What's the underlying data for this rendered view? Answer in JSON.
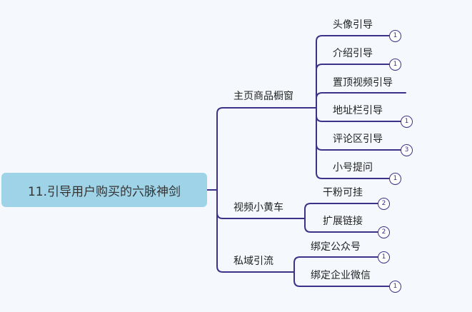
{
  "root": {
    "label": "11.引导用户购买的六脉神剑"
  },
  "branches": [
    {
      "label": "主页商品橱窗",
      "children": [
        {
          "label": "头像引导",
          "badge": "1"
        },
        {
          "label": "介绍引导",
          "badge": "1"
        },
        {
          "label": "置顶视频引导",
          "badge": ""
        },
        {
          "label": "地址栏引导",
          "badge": "1"
        },
        {
          "label": "评论区引导",
          "badge": "3"
        },
        {
          "label": "小号提问",
          "badge": "1"
        }
      ]
    },
    {
      "label": "视频小黄车",
      "children": [
        {
          "label": "干粉可挂",
          "badge": "2"
        },
        {
          "label": "扩展链接",
          "badge": "2"
        }
      ]
    },
    {
      "label": "私域引流",
      "children": [
        {
          "label": "绑定公众号",
          "badge": "1"
        },
        {
          "label": "绑定企业微信",
          "badge": "1"
        }
      ]
    }
  ],
  "colors": {
    "line": "#3d3189",
    "root_bg": "#9fd4e8",
    "background": "#f5f9fd"
  }
}
